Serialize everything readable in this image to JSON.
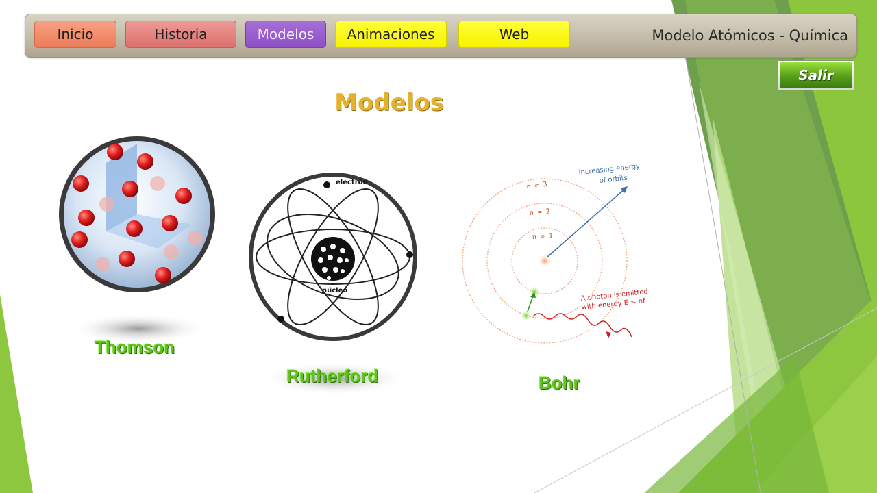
{
  "nav": {
    "tabs": [
      {
        "label": "Inicio",
        "color": "#ec7c58"
      },
      {
        "label": "Historia",
        "color": "#dc6f6b"
      },
      {
        "label": "Modelos",
        "color": "#8e4fc6",
        "active": true
      },
      {
        "label": "Animaciones",
        "color": "#f7f200"
      },
      {
        "label": "Web",
        "color": "#f7f200"
      }
    ],
    "title": "Modelo Atómicos - Química"
  },
  "salir_label": "Salir",
  "page_title": "Modelos",
  "models": [
    {
      "name": "Thomson"
    },
    {
      "name": "Rutherford",
      "diagram": {
        "electron_label": "electrón",
        "nucleus_label": "núcleo"
      }
    },
    {
      "name": "Bohr",
      "diagram": {
        "orbit_labels": [
          "n = 3",
          "n = 2",
          "n = 1"
        ],
        "energy_note": [
          "Increasing energy",
          "of orbits"
        ],
        "photon_note": [
          "A photon is emitted",
          "with energy E = hf"
        ]
      }
    }
  ],
  "colors": {
    "accent_green": "#5fc41f",
    "title_gold": "#e5b32b"
  }
}
